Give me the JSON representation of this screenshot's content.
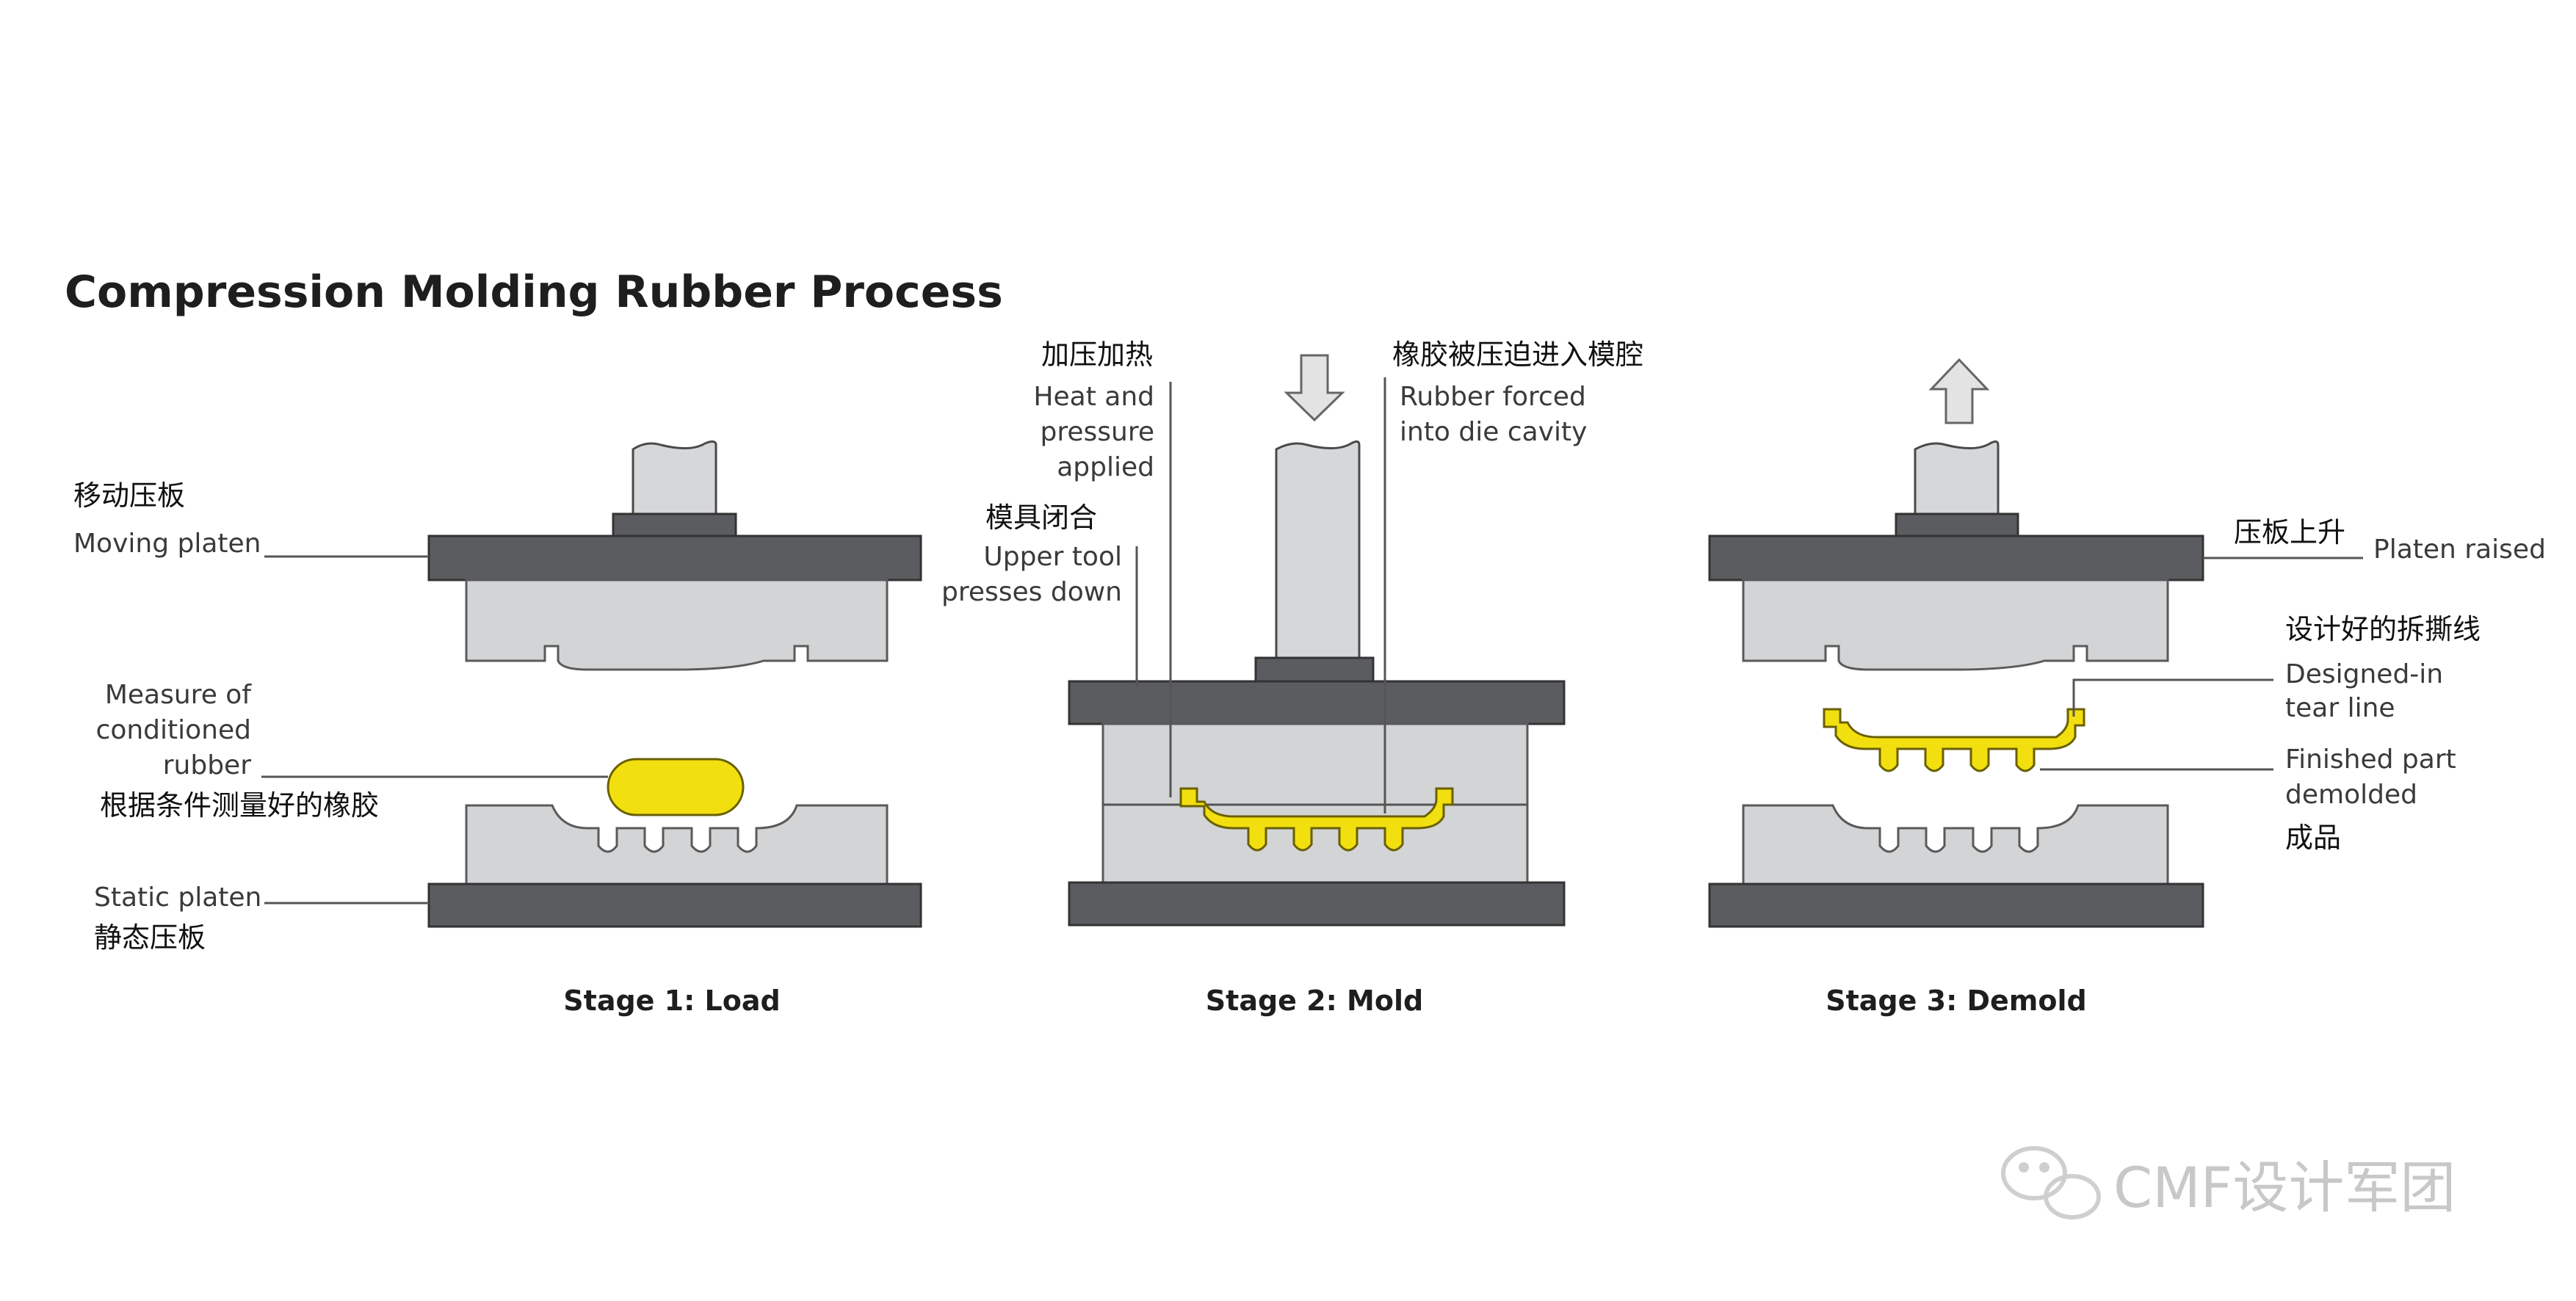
{
  "title": "Compression Molding Rubber Process",
  "stages": [
    {
      "label": "Stage 1: Load"
    },
    {
      "label": "Stage 2: Mold"
    },
    {
      "label": "Stage 3: Demold"
    }
  ],
  "callouts": {
    "moving_platen": {
      "cn": "移动压板",
      "en": "Moving platen"
    },
    "measure_rubber": {
      "en": [
        "Measure of",
        "conditioned",
        "rubber"
      ],
      "cn": "根据条件测量好的橡胶"
    },
    "static_platen": {
      "en": "Static platen",
      "cn": "静态压板"
    },
    "heat_pressure": {
      "cn": "加压加热",
      "en": [
        "Heat and",
        "pressure",
        "applied"
      ]
    },
    "upper_tool": {
      "cn": "模具闭合",
      "en": [
        "Upper tool",
        "presses down"
      ]
    },
    "rubber_forced": {
      "cn": "橡胶被压迫进入模腔",
      "en": [
        "Rubber forced",
        "into die cavity"
      ]
    },
    "platen_raised": {
      "cn": "压板上升",
      "en": "Platen raised"
    },
    "tear_line": {
      "cn": "设计好的拆撕线",
      "en": [
        "Designed-in",
        "tear line"
      ]
    },
    "finished_part": {
      "en": [
        "Finished part",
        "demolded"
      ],
      "cn": "成品"
    }
  },
  "watermark": {
    "text": "CMF设计军团",
    "icon": "wechat-icon"
  },
  "colors": {
    "rubber": "#f2df10",
    "platen": "#5a5c5f",
    "die": "#d3d4d6",
    "text": "#3a3a3a"
  }
}
